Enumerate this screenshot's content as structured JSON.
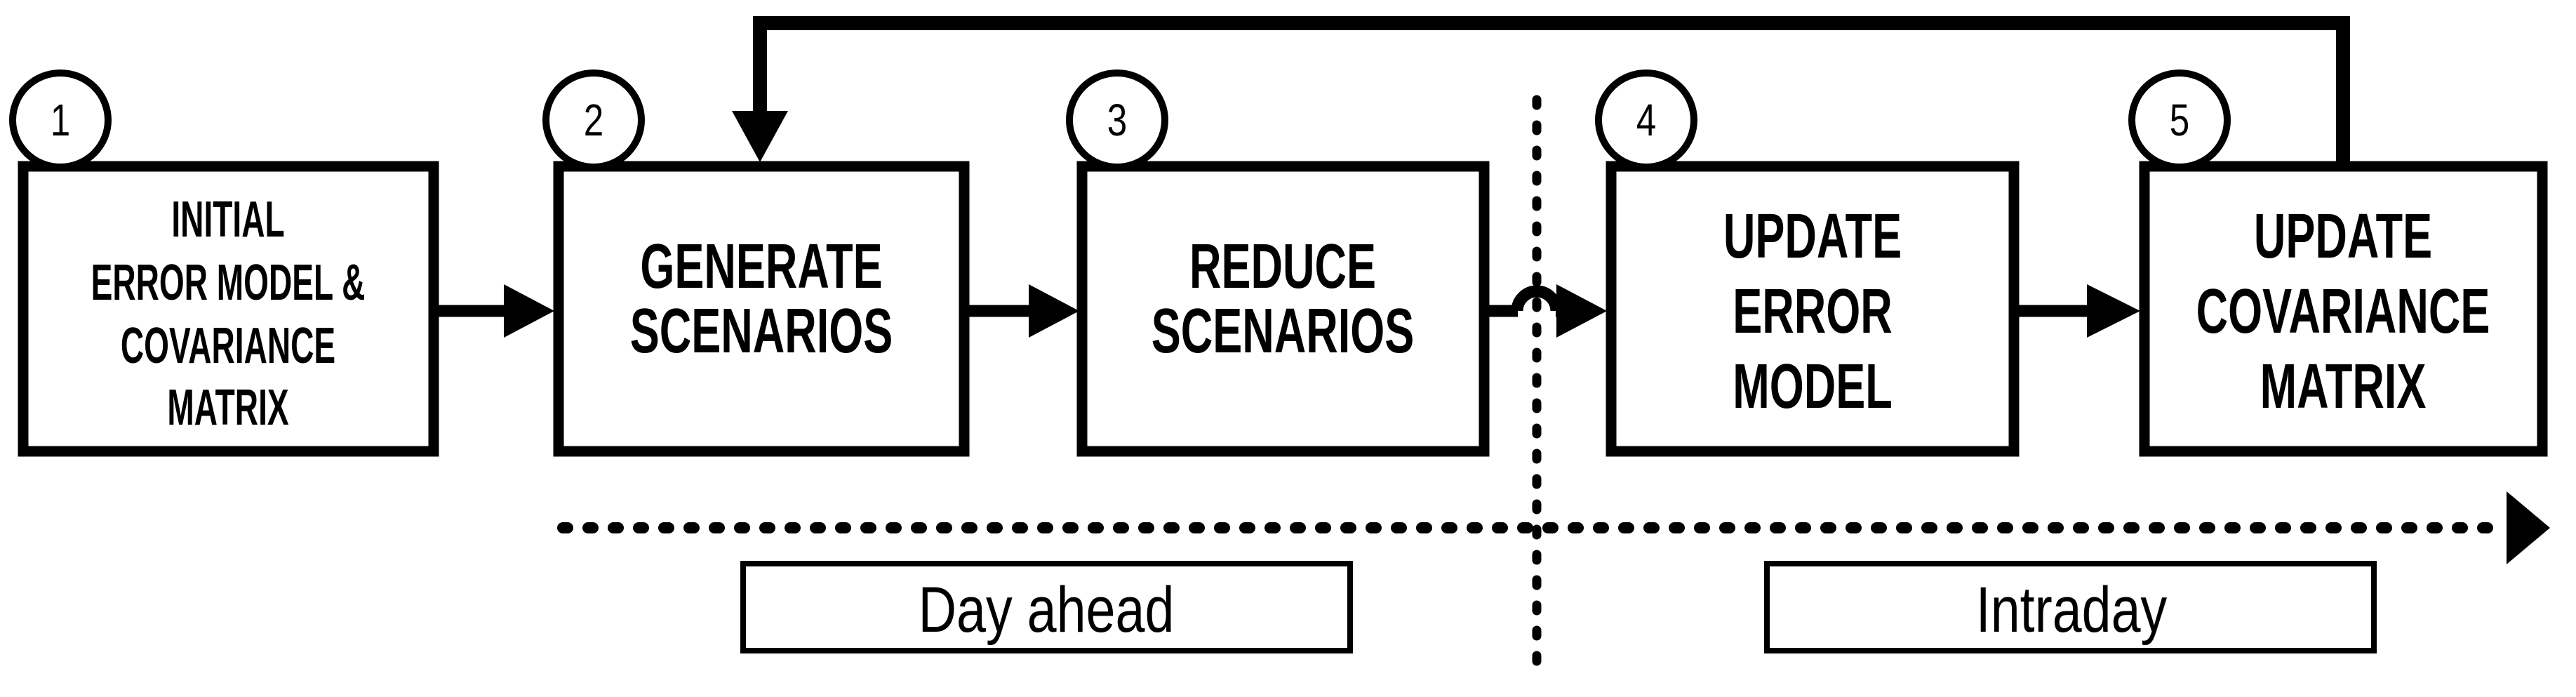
{
  "colors": {
    "ink": "#000000",
    "paper": "#ffffff"
  },
  "steps": [
    {
      "number": "1",
      "label_lines": [
        "INITIAL",
        "ERROR MODEL &",
        "COVARIANCE",
        "MATRIX"
      ]
    },
    {
      "number": "2",
      "label_lines": [
        "GENERATE",
        "SCENARIOS"
      ]
    },
    {
      "number": "3",
      "label_lines": [
        "REDUCE",
        "SCENARIOS"
      ]
    },
    {
      "number": "4",
      "label_lines": [
        "UPDATE",
        "ERROR",
        "MODEL"
      ]
    },
    {
      "number": "5",
      "label_lines": [
        "UPDATE",
        "COVARIANCE",
        "MATRIX"
      ]
    }
  ],
  "phases": [
    {
      "label": "Day ahead"
    },
    {
      "label": "Intraday"
    }
  ]
}
